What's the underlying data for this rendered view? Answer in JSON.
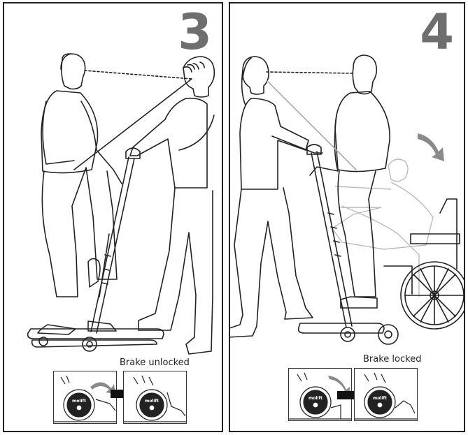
{
  "panels": [
    {
      "step": "3",
      "caption": "Brake unlocked",
      "insets": [
        {
          "logo": "molift"
        },
        {
          "logo": "molift"
        }
      ]
    },
    {
      "step": "4",
      "caption": "Brake locked",
      "insets": [
        {
          "logo": "molift"
        },
        {
          "logo": "molift"
        }
      ]
    }
  ],
  "icons": {
    "curved_arrow": "curved-arrow-icon",
    "push_arrow": "right-arrow-icon",
    "tilt_arrow": "down-right-arrow-icon"
  },
  "colors": {
    "line": "#222222",
    "step_number": "#6e6e6e",
    "ghost": "#b8b8b8"
  }
}
